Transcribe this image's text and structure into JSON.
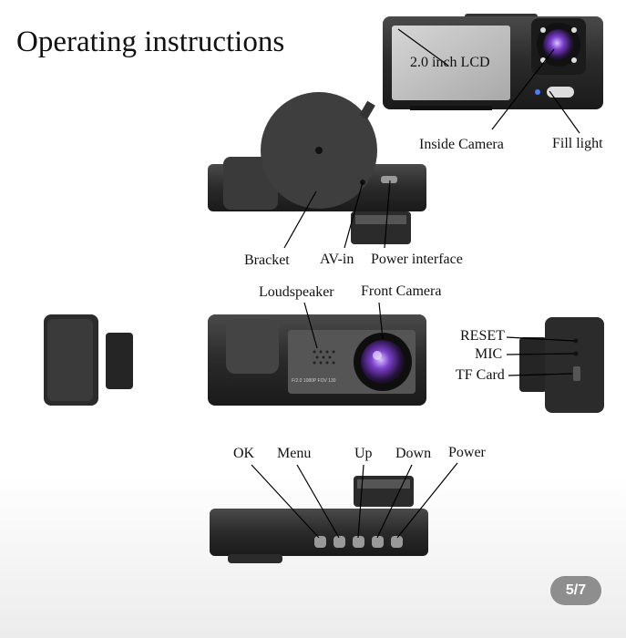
{
  "title": "Operating instructions",
  "labels": {
    "lcd": "2.0 inch LCD",
    "inside_camera": "Inside Camera",
    "fill_light": "Fill light",
    "bracket": "Bracket",
    "av_in": "AV-in",
    "power_interface": "Power interface",
    "loudspeaker": "Loudspeaker",
    "front_camera": "Front Camera",
    "reset": "RESET",
    "mic": "MIC",
    "tf_card": "TF Card",
    "ok": "OK",
    "menu": "Menu",
    "up": "Up",
    "down": "Down",
    "power": "Power"
  },
  "lens_caption": "F/2.0 1080P FOV 130",
  "pager": "5/7",
  "colors": {
    "body": "#2b2b2b",
    "lens": "#6a3aa6",
    "badge": "#8e8e8e"
  }
}
